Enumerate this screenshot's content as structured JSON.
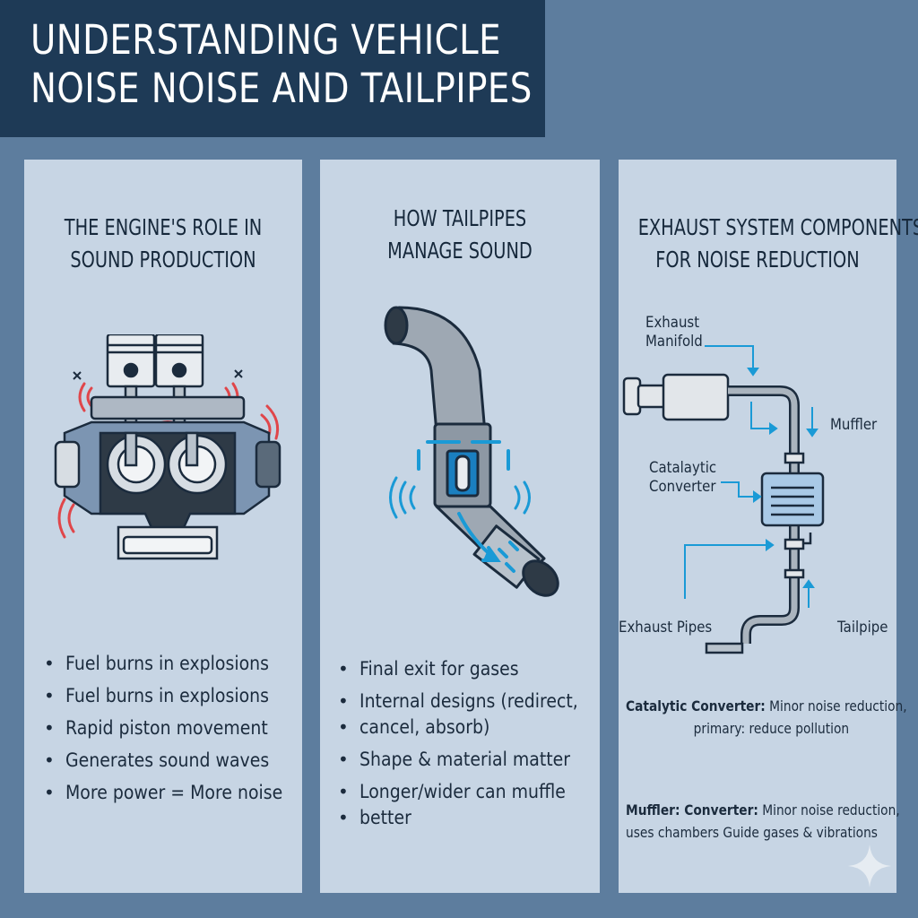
{
  "header": {
    "title_line1": "UNDERSTANDING VEHICLE",
    "title_line2": "NOISE NOISE AND TAILPIPES"
  },
  "panels": [
    {
      "title_line1": "THE ENGINE'S ROLE IN",
      "title_line2": "SOUND PRODUCTION",
      "bullets": [
        "Fuel burns in explosions",
        "Fuel burns in explosions",
        "Rapid piston movement",
        "Generates sound waves",
        "More power = More noise"
      ]
    },
    {
      "title_line1": "HOW TAILPIPES",
      "title_line2": "MANAGE SOUND",
      "bullets": [
        "Final exit for gases",
        "Internal designs (redirect,",
        "cancel, absorb)",
        "Shape & material matter",
        "Longer/wider can muffle",
        "better"
      ]
    },
    {
      "title_line1": "EXHAUST SYSTEM COMPONENTS",
      "title_line2": "FOR NOISE REDUCTION",
      "labels": {
        "manifold_line1": "Exhaust",
        "manifold_line2": "Manifold",
        "muffler": "Muffler",
        "converter_line1": "Catalaytic",
        "converter_line2": "Converter",
        "pipes": "Exhaust Pipes",
        "tailpipe": "Tailpipe"
      },
      "notes": {
        "cat_bold": "Catalytic Converter:",
        "cat_text": " Minor noise reduction,",
        "cat_line2": "primary: reduce pollution",
        "muffler_bold": "Muffler: Converter:",
        "muffler_text": " Minor noise reduction,",
        "muffler_line2": "uses chambers Guide gases & vibrations"
      }
    }
  ],
  "colors": {
    "background": "#5d7d9e",
    "title_bar": "#1e3a56",
    "panel": "#c7d5e4",
    "accent_blue": "#1a9ad6",
    "accent_red": "#e0464a"
  }
}
